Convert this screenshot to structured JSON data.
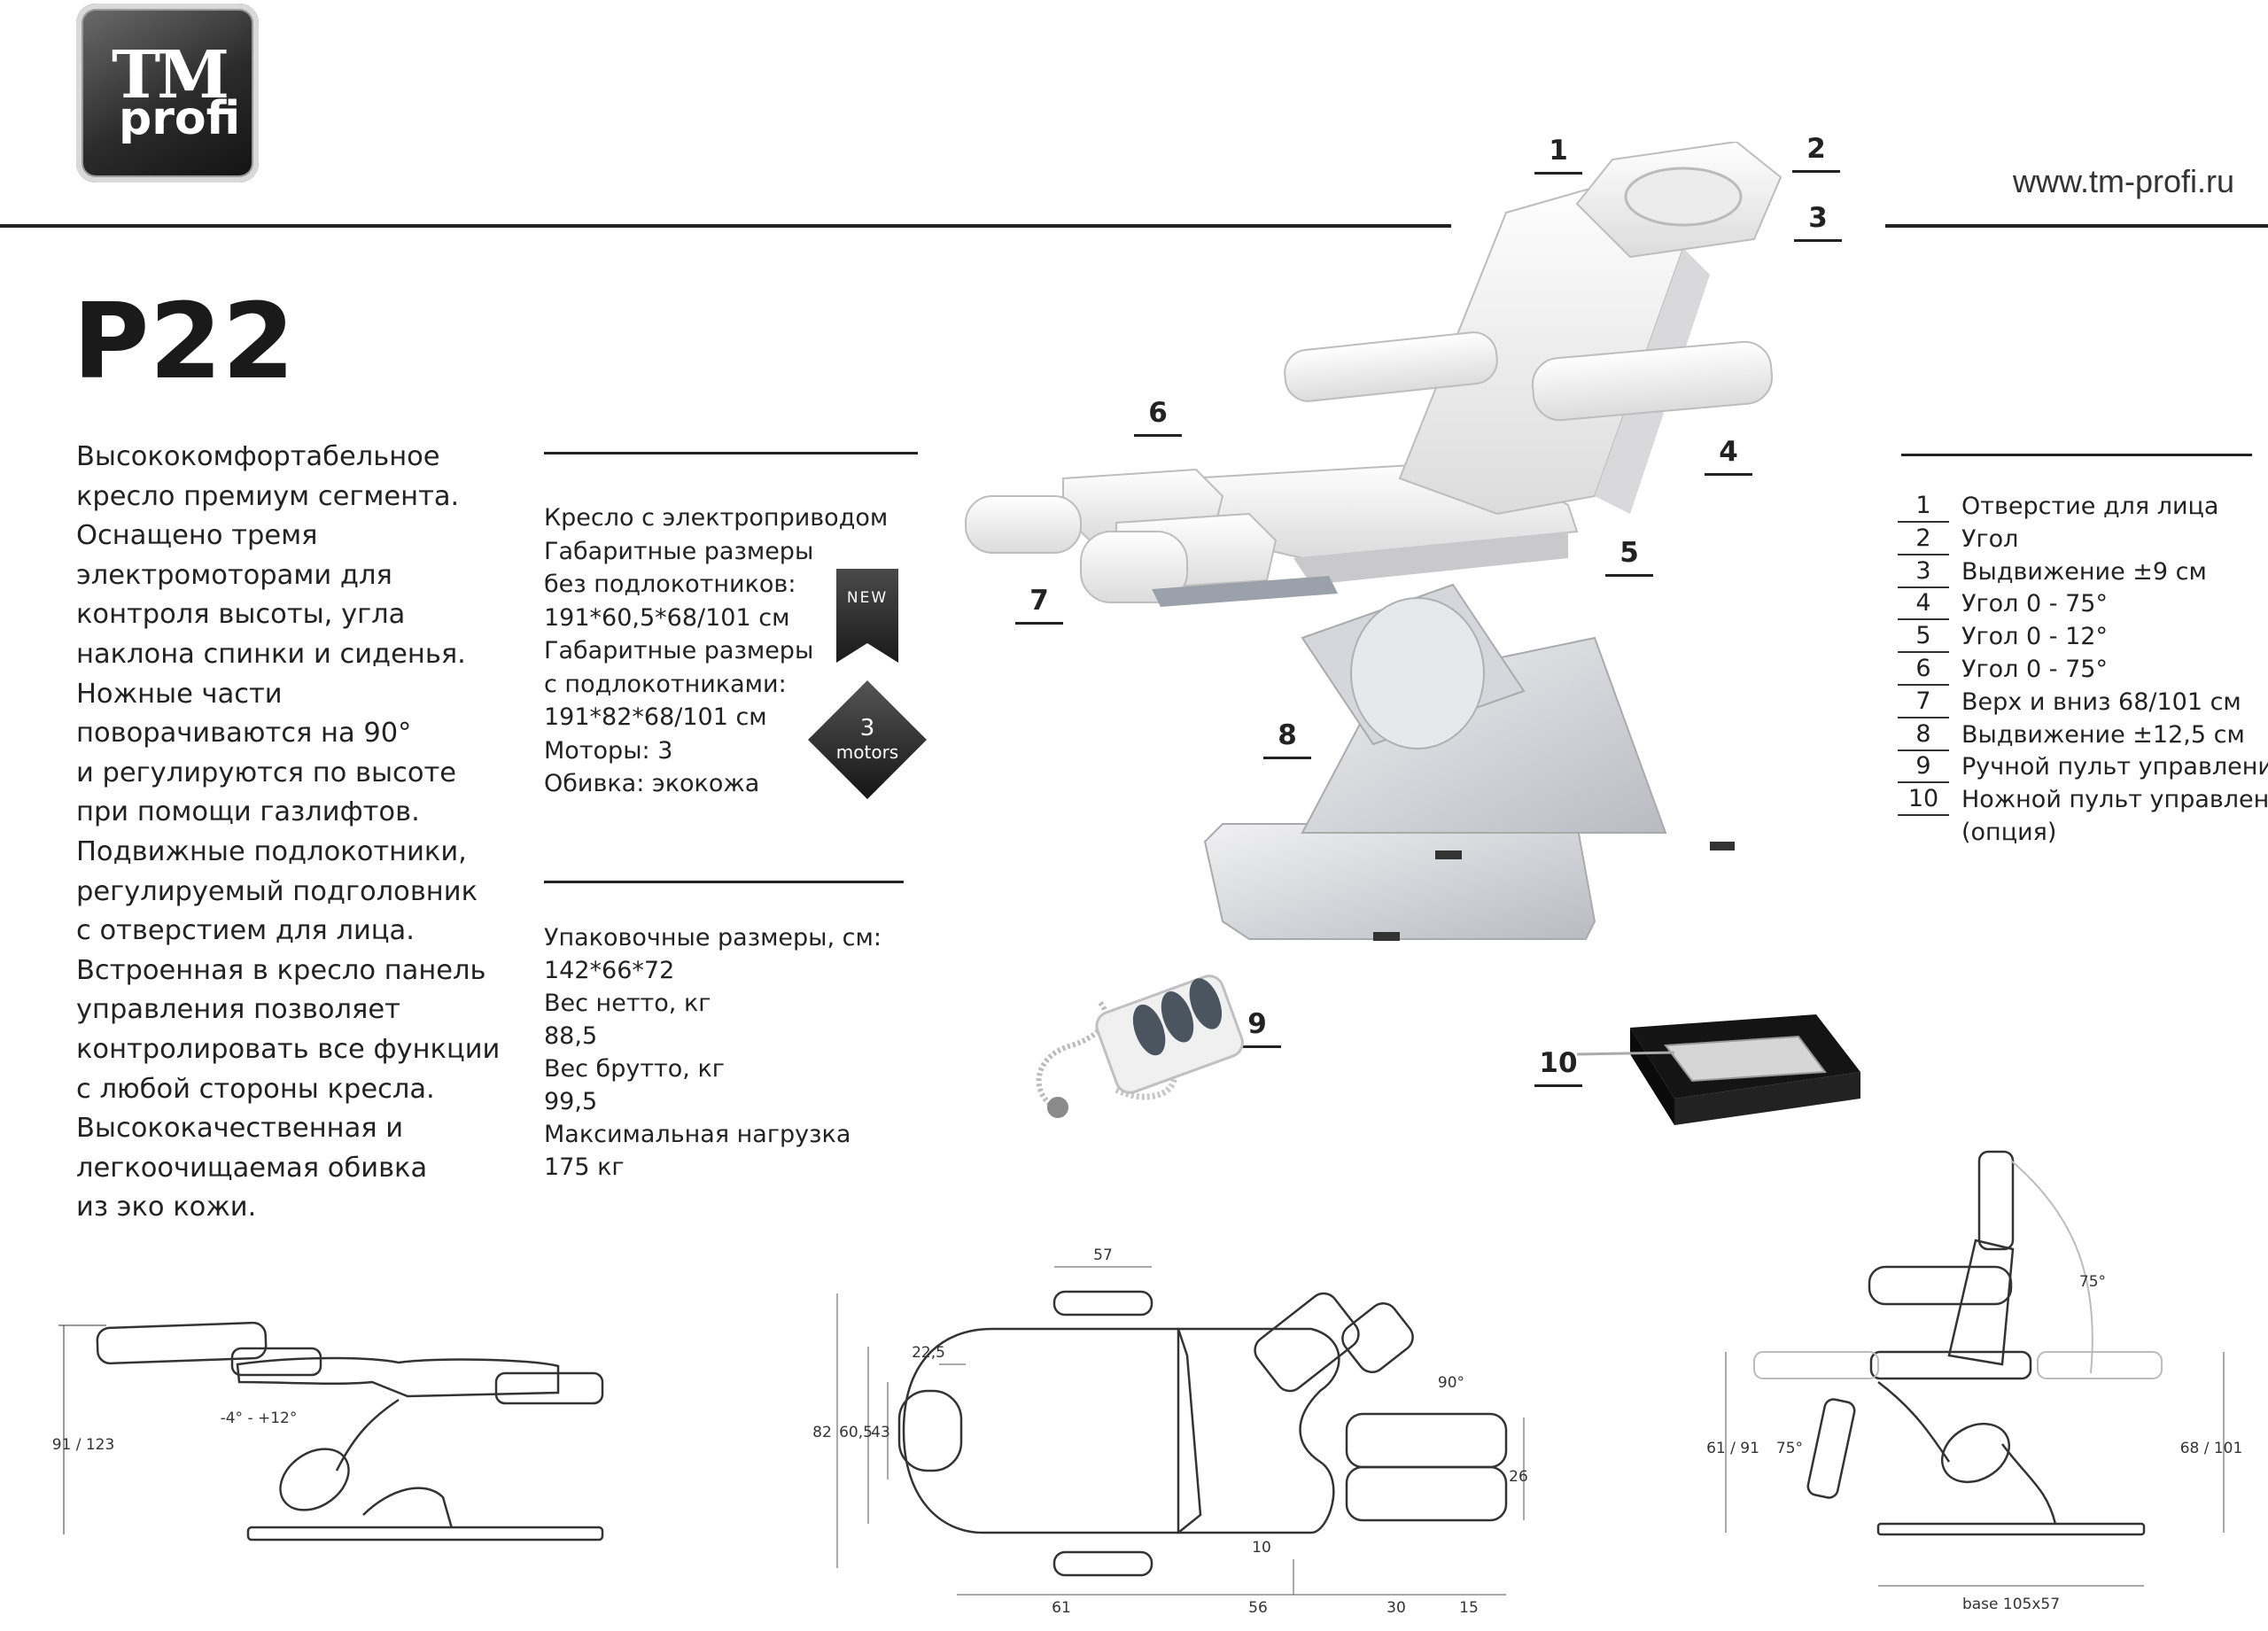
{
  "brand": {
    "logo_main": "TM",
    "logo_sub": "profi",
    "url": "www.tm-profi.ru"
  },
  "product": {
    "title": "P22"
  },
  "description": [
    "Высококомфортабельное",
    "кресло премиум сегмента.",
    "Оснащено  тремя",
    "электромоторами для",
    "контроля высоты, угла",
    "наклона спинки и сиденья.",
    "Ножные части",
    "поворачиваются на 90°",
    "и регулируются по высоте",
    "при помощи газлифтов.",
    "Подвижные подлокотники,",
    "регулируемый подголовник",
    "с отверстием для лица.",
    "Встроенная в кресло панель",
    "управления позволяет",
    "контролировать все функции",
    "с любой стороны кресла.",
    "Высококачественная и",
    "легкоочищаемая обивка",
    "из эко кожи."
  ],
  "specs": [
    "Кресло с электроприводом",
    "Габаритные размеры",
    "без подлокотников:",
    "191*60,5*68/101 см",
    "Габаритные размеры",
    "с подлокотниками:",
    "191*82*68/101 см",
    "Моторы: 3",
    "Обивка: экокожа"
  ],
  "badges": {
    "new": "NEW",
    "motors_count": "3",
    "motors_label": "motors"
  },
  "packaging": [
    "Упаковочные размеры, см:",
    "142*66*72",
    "Вес нетто, кг",
    "88,5",
    "Вес брутто, кг",
    "99,5",
    "Максимальная нагрузка",
    "175 кг"
  ],
  "legend": [
    {
      "num": "1",
      "text": "Отверстие для лица"
    },
    {
      "num": "2",
      "text": "Угол"
    },
    {
      "num": "3",
      "text": "Выдвижение ±9 см"
    },
    {
      "num": "4",
      "text": "Угол 0 - 75°"
    },
    {
      "num": "5",
      "text": "Угол 0 - 12°"
    },
    {
      "num": "6",
      "text": "Угол 0 - 75°"
    },
    {
      "num": "7",
      "text": "Верх и вниз 68/101 см"
    },
    {
      "num": "8",
      "text": "Выдвижение ±12,5 см"
    },
    {
      "num": "9",
      "text": "Ручной пульт управления"
    },
    {
      "num": "10",
      "text": "Ножной пульт управления"
    }
  ],
  "legend_continuation": "(опция)",
  "callouts": [
    "1",
    "2",
    "3",
    "4",
    "5",
    "6",
    "7",
    "8",
    "9",
    "10"
  ],
  "drawings": {
    "side": {
      "height": "91 / 123",
      "angle": "-4° - +12°"
    },
    "top": {
      "d57": "57",
      "d22_5": "22,5",
      "d82": "82",
      "d60_5": "60,5",
      "d43": "43",
      "d90": "90°",
      "d26": "26",
      "d10": "10",
      "d61": "61",
      "d56": "56",
      "d30": "30",
      "d15": "15"
    },
    "front": {
      "a75_top": "75°",
      "h61_91": "61 / 91",
      "a75_left": "75°",
      "h68_101": "68 / 101",
      "base": "base 105x57"
    }
  }
}
